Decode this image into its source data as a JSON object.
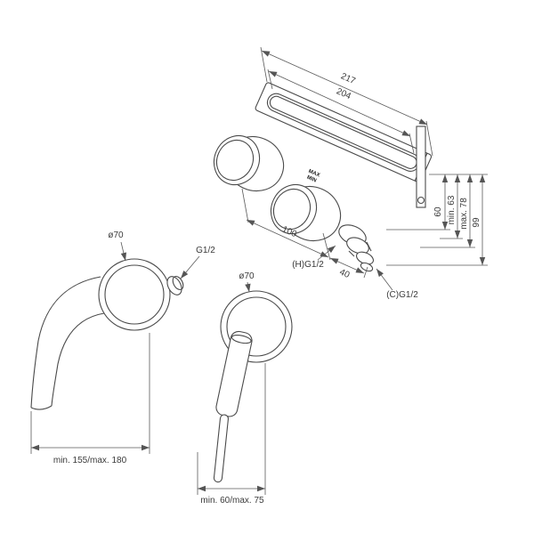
{
  "page": {
    "background": "#ffffff",
    "line_color": "#4a4a4a",
    "description": "Technical dimension drawing of a wall-mounted two-hole basin mixer: concealed body with mounting plate (top right), wall spout side view (bottom left), lever handle side view (bottom centre)."
  },
  "assembly_view": {
    "dim_plate_length": "217",
    "dim_gasket_length": "204",
    "dim_valve_spacing": "100",
    "dim_outlet_offset": "40",
    "dim_depth_60": "60",
    "dim_depth_min": "min. 63",
    "dim_depth_max": "max. 78",
    "dim_depth_total": "99",
    "label_hot_connection": "(H)G1/2",
    "label_cold_connection": "(C)G1/2",
    "label_max": "MAX",
    "label_min": "MIN"
  },
  "spout_view": {
    "dim_flange_diameter": "ø70",
    "label_thread": "G1/2",
    "dim_reach": "min. 155/max. 180"
  },
  "handle_view": {
    "dim_flange_diameter": "ø70",
    "dim_reach": "min. 60/max. 75"
  }
}
